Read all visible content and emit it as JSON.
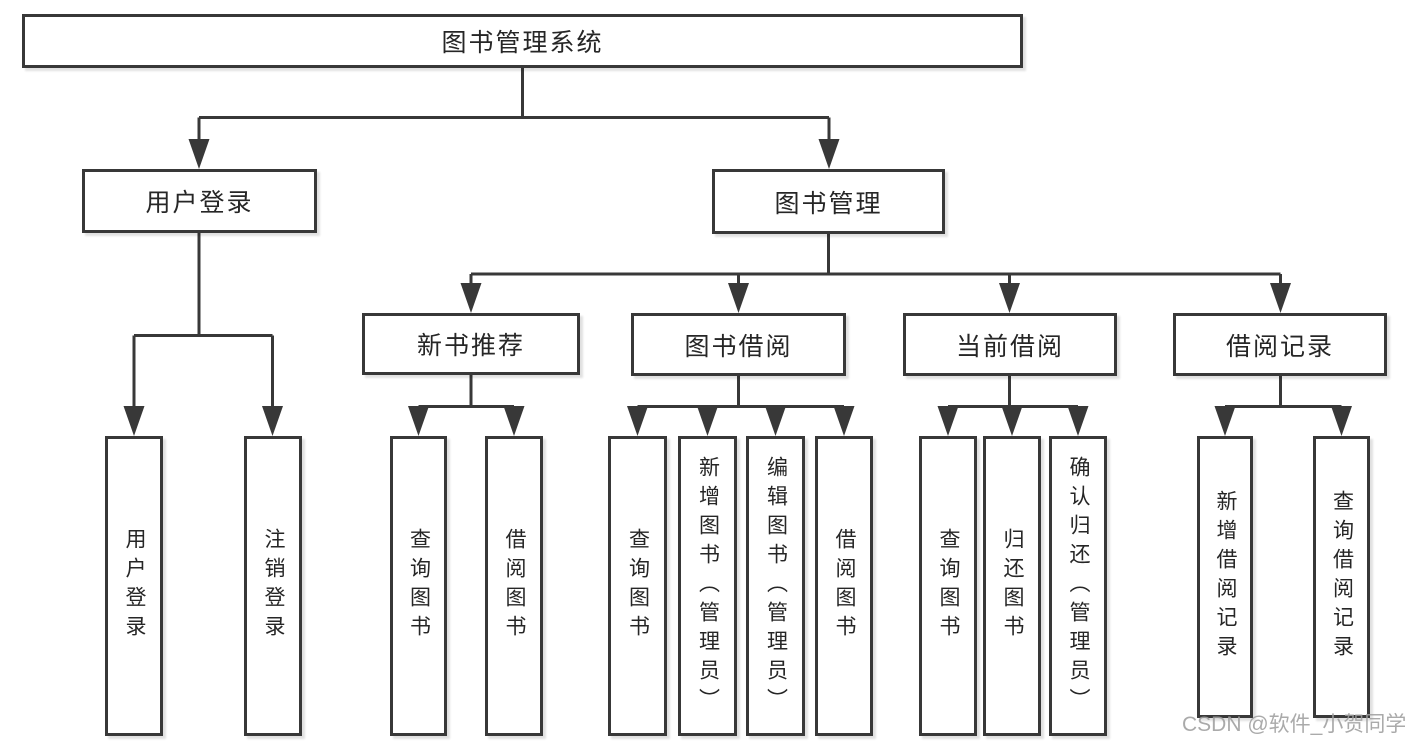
{
  "watermark": {
    "text": "CSDN @软件_小贺同学"
  },
  "colors": {
    "line": "#383838",
    "box_border": "#383838",
    "text": "#262626",
    "watermark": "#9e9e9e",
    "background": "#ffffff"
  },
  "tree": {
    "label": "图书管理系统",
    "children": [
      {
        "label": "用户登录",
        "children": [
          {
            "label": "用户登录"
          },
          {
            "label": "注销登录"
          }
        ]
      },
      {
        "label": "图书管理",
        "children": [
          {
            "label": "新书推荐",
            "children": [
              {
                "label": "查询图书"
              },
              {
                "label": "借阅图书"
              }
            ]
          },
          {
            "label": "图书借阅",
            "children": [
              {
                "label": "查询图书"
              },
              {
                "label": "新增图书（管理员）"
              },
              {
                "label": "编辑图书（管理员）"
              },
              {
                "label": "借阅图书"
              }
            ]
          },
          {
            "label": "当前借阅",
            "children": [
              {
                "label": "查询图书"
              },
              {
                "label": "归还图书"
              },
              {
                "label": "确认归还（管理员）"
              }
            ]
          },
          {
            "label": "借阅记录",
            "children": [
              {
                "label": "新增借阅记录"
              },
              {
                "label": "查询借阅记录"
              }
            ]
          }
        ]
      }
    ]
  }
}
